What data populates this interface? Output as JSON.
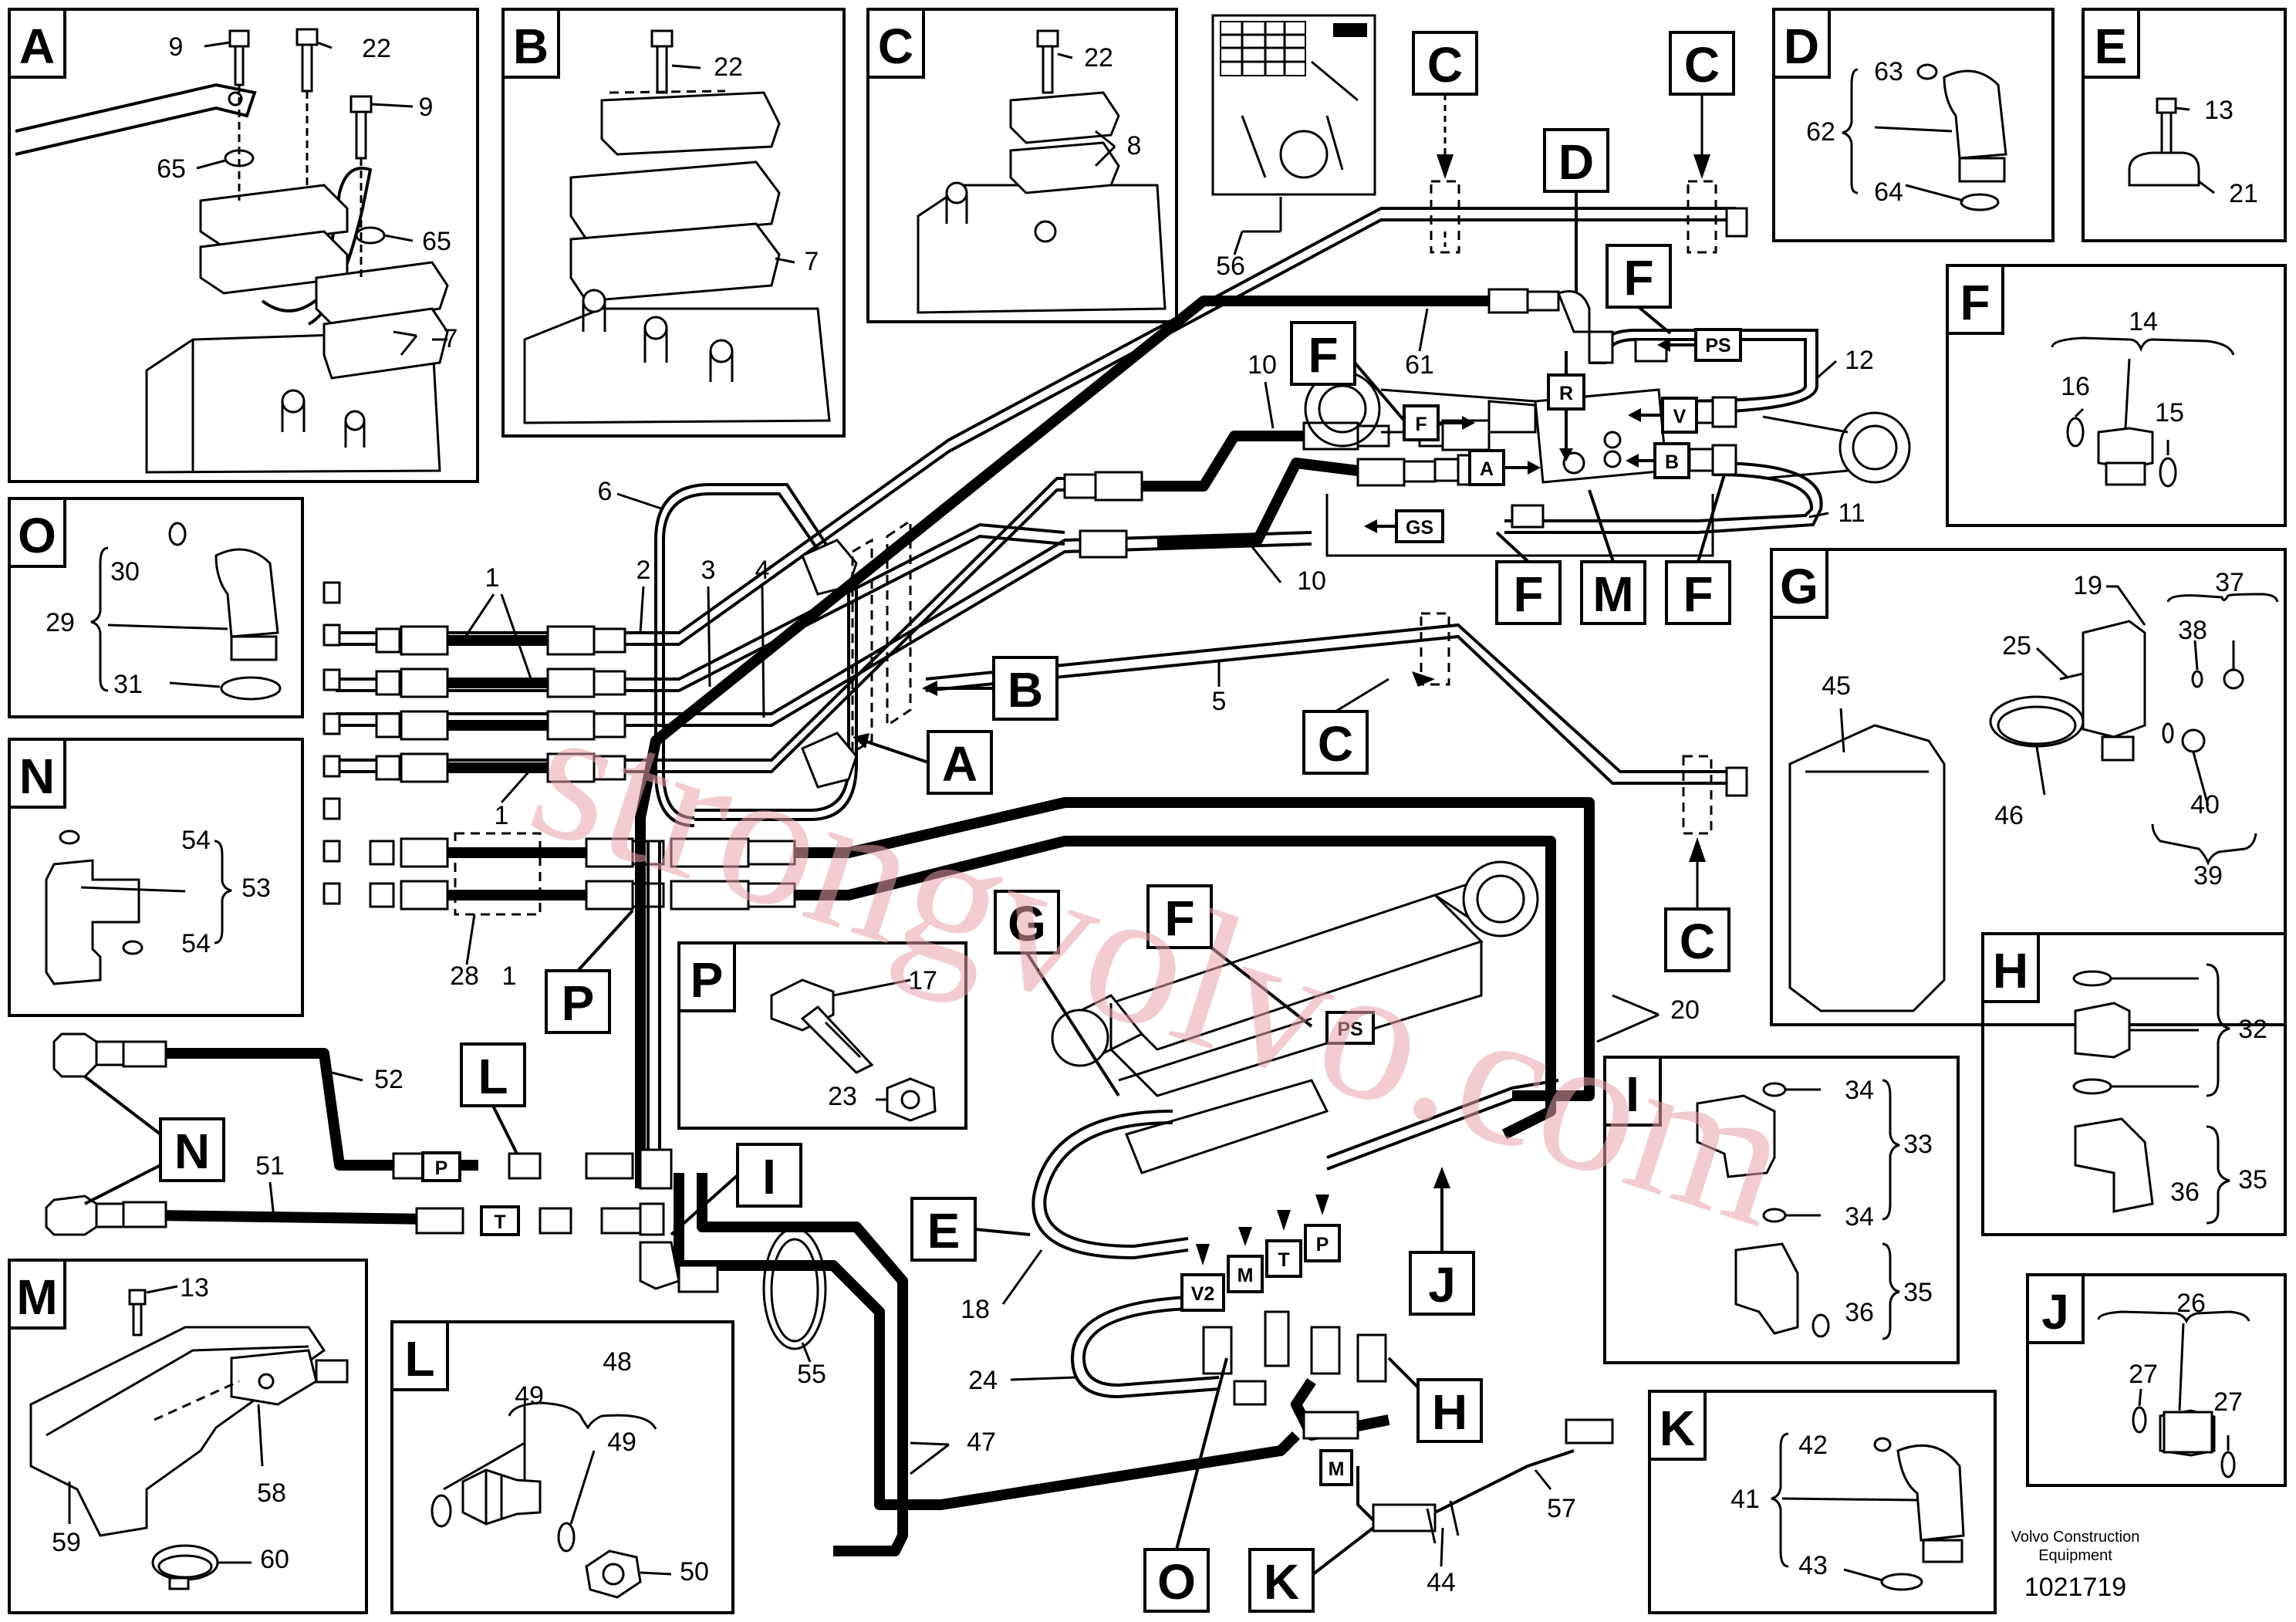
{
  "diagram": {
    "detail_boxes": [
      "A",
      "B",
      "C",
      "D",
      "E",
      "F",
      "G",
      "H",
      "I",
      "J",
      "K",
      "L",
      "M",
      "N",
      "O",
      "P"
    ],
    "detail_A": {
      "letter": "A",
      "callouts": [
        "9",
        "22",
        "9",
        "65",
        "65",
        "7"
      ]
    },
    "detail_B": {
      "letter": "B",
      "callouts": [
        "22",
        "7"
      ]
    },
    "detail_C": {
      "letter": "C",
      "callouts": [
        "22",
        "8"
      ]
    },
    "detail_D": {
      "letter": "D",
      "callouts": [
        "63",
        "62",
        "64"
      ]
    },
    "detail_E": {
      "letter": "E",
      "callouts": [
        "13",
        "21"
      ]
    },
    "detail_F": {
      "letter": "F",
      "callouts": [
        "14",
        "16",
        "15"
      ]
    },
    "detail_G": {
      "letter": "G",
      "callouts": [
        "19",
        "37",
        "25",
        "38",
        "45",
        "46",
        "40",
        "39"
      ]
    },
    "detail_H": {
      "letter": "H",
      "callouts": [
        "32",
        "35",
        "36"
      ]
    },
    "detail_I": {
      "letter": "I",
      "callouts": [
        "34",
        "33",
        "34",
        "35",
        "36"
      ]
    },
    "detail_J": {
      "letter": "J",
      "callouts": [
        "26",
        "27",
        "27"
      ]
    },
    "detail_K": {
      "letter": "K",
      "callouts": [
        "42",
        "41",
        "43"
      ]
    },
    "detail_L": {
      "letter": "L",
      "callouts": [
        "48",
        "49",
        "49",
        "50"
      ]
    },
    "detail_M": {
      "letter": "M",
      "callouts": [
        "13",
        "58",
        "59",
        "60"
      ]
    },
    "detail_N": {
      "letter": "N",
      "callouts": [
        "54",
        "53",
        "54"
      ]
    },
    "detail_O": {
      "letter": "O",
      "callouts": [
        "30",
        "29",
        "31"
      ]
    },
    "detail_P": {
      "letter": "P",
      "callouts": [
        "17",
        "23"
      ]
    },
    "main_callouts": [
      "56",
      "61",
      "10",
      "12",
      "6",
      "1",
      "2",
      "3",
      "4",
      "11",
      "10",
      "5",
      "1",
      "28",
      "1",
      "20",
      "52",
      "51",
      "55",
      "47",
      "18",
      "24",
      "57",
      "44"
    ],
    "main_letters": [
      "C",
      "C",
      "D",
      "F",
      "F",
      "B",
      "A",
      "F",
      "M",
      "F",
      "C",
      "C",
      "G",
      "F",
      "P",
      "L",
      "N",
      "I",
      "E",
      "J",
      "H",
      "O",
      "K"
    ],
    "ports": [
      "PS",
      "R",
      "V",
      "F",
      "A",
      "B",
      "GS",
      "PS",
      "P",
      "T",
      "V2",
      "M",
      "T",
      "P",
      "M"
    ],
    "watermark": "strongvolvo.com",
    "credit_line1": "Volvo Construction",
    "credit_line2": "Equipment",
    "doc_number": "1021719"
  }
}
